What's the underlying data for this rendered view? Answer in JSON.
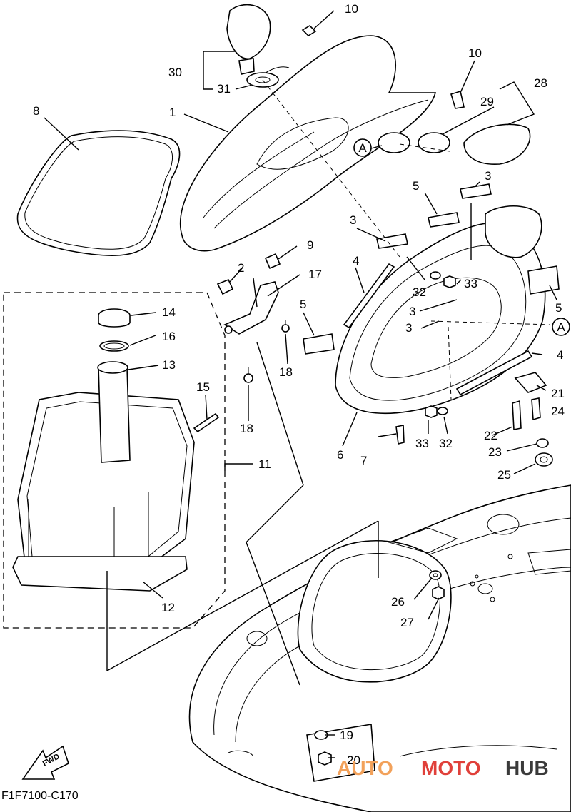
{
  "diagram": {
    "callouts": [
      "1",
      "2",
      "3",
      "4",
      "5",
      "6",
      "7",
      "8",
      "9",
      "10",
      "11",
      "12",
      "13",
      "14",
      "15",
      "16",
      "17",
      "18",
      "19",
      "20",
      "21",
      "22",
      "23",
      "24",
      "25",
      "26",
      "27",
      "28",
      "29",
      "30",
      "31",
      "32",
      "33",
      "A"
    ],
    "figure_code": "F1F7100-C170",
    "fwd_label": "FWD",
    "watermark": {
      "auto": "AUTO",
      "moto": "MOTO",
      "hub": "HUB",
      "color_red": "#e0403a",
      "color_orange": "#f2a15a",
      "color_dark": "#3a3a3a"
    }
  }
}
